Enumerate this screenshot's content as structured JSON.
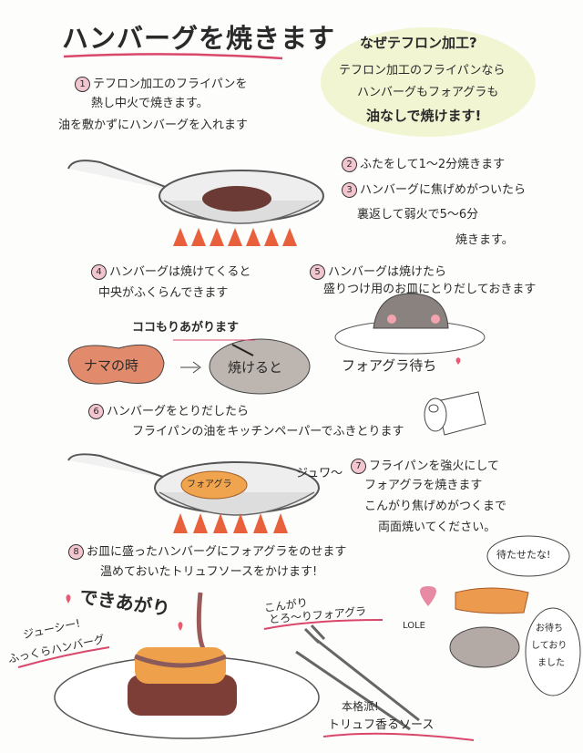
{
  "title": "ハンバーグを焼きます",
  "why_box": {
    "heading": "なぜテフロン加工?",
    "lines": [
      "テフロン加工のフライパンなら",
      "ハンバーグもフォアグラも",
      "油なしで焼けます!"
    ]
  },
  "steps": [
    {
      "num": "1",
      "lines": [
        "テフロン加工のフライパンを",
        "熱し中火で焼きます。",
        "油を敷かずにハンバーグを入れます"
      ]
    },
    {
      "num": "2",
      "lines": [
        "ふたをして1〜2分焼きます"
      ]
    },
    {
      "num": "3",
      "lines": [
        "ハンバーグに焦げめがついたら",
        "裏返して弱火で5〜6分",
        "焼きます。"
      ]
    },
    {
      "num": "4",
      "lines": [
        "ハンバーグは焼けてくると",
        "中央がふくらんできます"
      ]
    },
    {
      "num": "5",
      "lines": [
        "ハンバーグは焼けたら",
        "盛りつけ用のお皿にとりだしておきます"
      ]
    },
    {
      "num": "6",
      "lines": [
        "ハンバーグをとりだしたら",
        "フライパンの油をキッチンペーパーでふきとります"
      ]
    },
    {
      "num": "7",
      "lines": [
        "フライパンを強火にして",
        "フォアグラを焼きます",
        "こんがり焦げめがつくまで",
        "両面焼いてください。"
      ]
    },
    {
      "num": "8",
      "lines": [
        "お皿に盛ったハンバーグにフォアグラをのせます",
        "温めておいたトリュフソースをかけます!"
      ]
    }
  ],
  "labels": {
    "rise_here": "ココもりあがります",
    "raw": "ナマの時",
    "cooked": "焼けると",
    "waiting_foie": "フォアグラ待ち",
    "sizzle": "ジュワ〜",
    "foie_label": "フォアグラ",
    "done": "できあがり",
    "juicy_1": "ジューシー!",
    "juicy_2": "ふっくらハンバーグ",
    "crispy_1": "こんがり",
    "crispy_2": "とろ〜りフォアグラ",
    "sauce_1": "本格派!",
    "sauce_2": "トリュフ香るソース",
    "love": "LOLE",
    "bubble_wait": "待たせたな!",
    "bubble_waited": [
      "お待ち",
      "しており",
      "ました"
    ]
  },
  "colors": {
    "accent_pink": "#d9486b",
    "bubble_green": "#eef3c8",
    "flame": "#e8603c"
  }
}
